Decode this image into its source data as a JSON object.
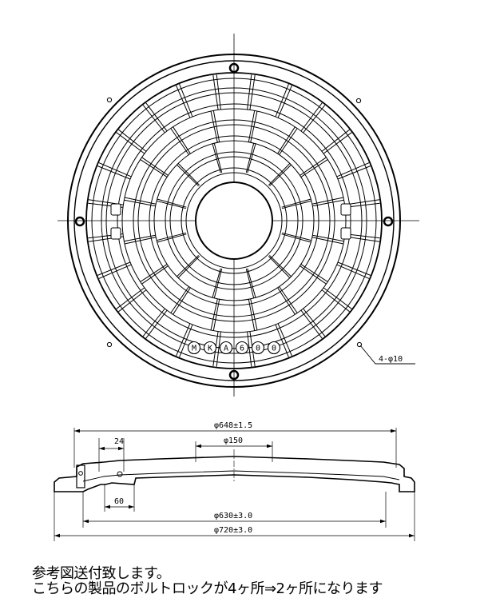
{
  "plan_view": {
    "hole_callout": "4-φ10",
    "plate_letters": [
      "M",
      "K",
      "A",
      "6",
      "0",
      "0"
    ]
  },
  "section_view": {
    "dim_outer_top": "φ648±1.5",
    "dim_rib_width": "24",
    "dim_center_hole": "φ150",
    "dim_60": "60",
    "dim_inner_bottom": "φ630±3.0",
    "dim_overall": "φ720±3.0"
  },
  "notes": {
    "line1": "参考図送付致します。",
    "line2": "こちらの製品のボルトロックが4ヶ所⇒2ヶ所になります"
  }
}
